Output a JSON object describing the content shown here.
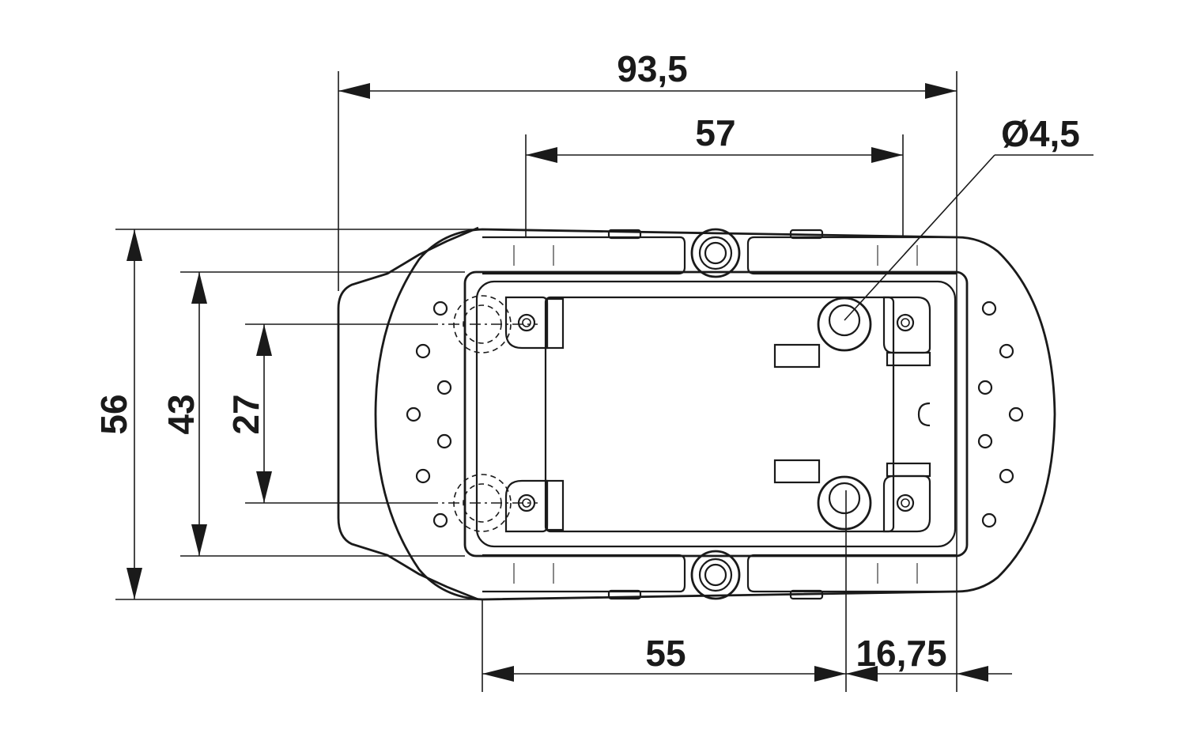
{
  "dimensions": {
    "overall_width": "93,5",
    "mounting_width": "57",
    "hole_diameter": "Ø4,5",
    "inner_length": "55",
    "offset": "16,75",
    "overall_height": "56",
    "inner_height": "43",
    "hole_spacing": "27"
  }
}
